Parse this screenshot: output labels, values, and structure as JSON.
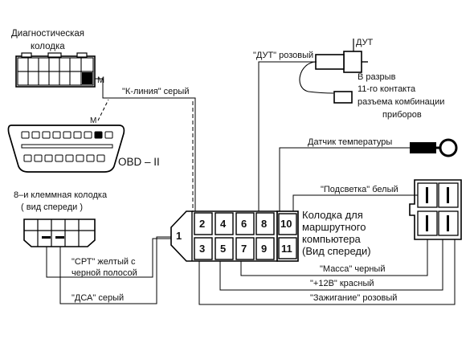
{
  "diag_block": {
    "title_line1": "Диагностическая",
    "title_line2": "колодка",
    "marker": "М"
  },
  "obd": {
    "marker": "М",
    "label": "OBD – II"
  },
  "klemma8": {
    "title_line1": "8–и клеммная колодка",
    "title_line2": "( вид спереди )"
  },
  "route_computer": {
    "pins": [
      "1",
      "2",
      "3",
      "4",
      "5",
      "6",
      "7",
      "8",
      "9",
      "10",
      "11"
    ],
    "label_line1": "Колодка для",
    "label_line2": "маршрутного",
    "label_line3": "компьютера",
    "label_line4": "(Вид спереди)"
  },
  "dut": {
    "name": "ДУТ",
    "wire_label": "\"ДУТ\" розовый",
    "note_line1": "В разрыв",
    "note_line2": "11-го контакта",
    "note_line3": "разъема комбинации",
    "note_line4": "приборов"
  },
  "wires": {
    "k_line": "\"К-линия\" серый",
    "temp_sensor": "Датчик температуры",
    "backlight": "\"Подсветка\" белый",
    "massa": "\"Масса\" черный",
    "plus12": "\"+12В\" красный",
    "ignition": "\"Зажигание\" розовый",
    "srt_line1": "\"СРТ\" желтый с",
    "srt_line2": "черной полосой",
    "dsa": "\"ДСА\"  серый"
  }
}
